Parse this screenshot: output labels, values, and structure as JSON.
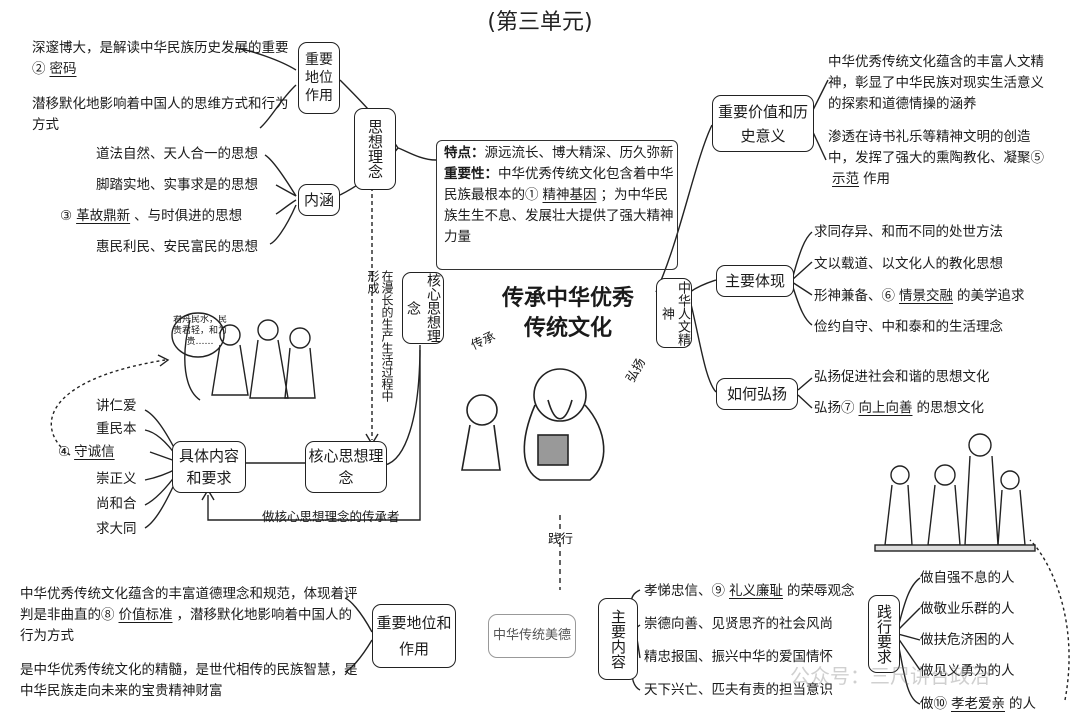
{
  "title": "(第三单元)",
  "center": {
    "line1": "传承中华优秀",
    "line2": "传统文化",
    "inherit": "传承",
    "promote": "弘扬",
    "practice": "践行"
  },
  "features": {
    "feature_label": "特点：",
    "feature_text": "源远流长、博大精深、历久弥新",
    "importance_label": "重要性：",
    "importance_pre": "中华优秀传统文化包含着中华民族最根本的",
    "ans1_num": "①",
    "ans1": "精神基因",
    "importance_post": "；为中华民族生生不息、发展壮大提供了强大精神力量"
  },
  "thought": {
    "label": "思想理念",
    "status_box": "重要地位作用",
    "status_1_pre": "深邃博大，是解读中华民族历史发展的重要",
    "ans2_num": "②",
    "ans2": "密码",
    "status_2": "潜移默化地影响着中国人的思维方式和行为方式",
    "content_box": "内涵",
    "content_items": [
      "道法自然、天人合一的思想",
      "脚踏实地、实事求是的思想",
      "、与时俱进的思想",
      "惠民利民、安民富民的思想"
    ],
    "ans3_num": "③",
    "ans3": "革故鼎新",
    "formed": "在漫长的生产生活过程中形成",
    "core_vertical": "核心思想理念"
  },
  "core": {
    "box": "核心思想理念",
    "req_box": "具体内容和要求",
    "items": [
      "讲仁爱",
      "重民本",
      "崇正义",
      "尚和合",
      "求大同"
    ],
    "ans4_num": "④",
    "ans4": "守诚信",
    "successor": "做核心思想理念的传承者",
    "bubble": "君舟民水，民贵君轻，和为贵……"
  },
  "spirit": {
    "label": "中华人文精神",
    "value_box": "重要价值和历史意义",
    "value_1": "中华优秀传统文化蕴含的丰富人文精神，彰显了中华民族对现实生活意义的探索和道德情操的涵养",
    "value_2_pre": "渗透在诗书礼乐等精神文明的创造中，发挥了强大的熏陶教化、凝聚",
    "ans5_num": "⑤",
    "ans5": "示范",
    "value_2_post": "作用",
    "embody_box": "主要体现",
    "embody_items": [
      "求同存异、和而不同的处世方法",
      "文以载道、以文化人的教化思想",
      "的美学追求",
      "俭约自守、中和泰和的生活理念"
    ],
    "ans6_pre": "形神兼备、",
    "ans6_num": "⑥",
    "ans6": "情景交融",
    "promote_box": "如何弘扬",
    "promote_1": "弘扬促进社会和谐的思想文化",
    "promote_2_pre": "弘扬",
    "ans7_num": "⑦",
    "ans7": "向上向善",
    "promote_2_post": "的思想文化"
  },
  "morality": {
    "label": "中华传统美德",
    "status_box": "重要地位和作用",
    "status_1_pre": "中华优秀传统文化蕴含的丰富道德理念和规范，体现着评判是非曲直的",
    "ans8_num": "⑧",
    "ans8": "价值标准",
    "status_1_post": "，潜移默化地影响着中国人的行为方式",
    "status_2": "是中华优秀传统文化的精髓，是世代相传的民族智慧，是中华民族走向未来的宝贵精神财富",
    "content_box": "主要内容",
    "content_1_pre": "孝悌忠信、",
    "ans9_num": "⑨",
    "ans9": "礼义廉耻",
    "content_1_post": "的荣辱观念",
    "content_items": [
      "崇德向善、见贤思齐的社会风尚",
      "精忠报国、振兴中华的爱国情怀",
      "天下兴亡、匹夫有责的担当意识"
    ],
    "practice_box": "践行要求",
    "practice_items": [
      "做自强不息的人",
      "做敬业乐群的人",
      "做扶危济困的人",
      "做见义勇为的人"
    ],
    "practice_last_pre": "做",
    "ans10_num": "⑩",
    "ans10": "孝老爱亲",
    "practice_last_post": "的人"
  },
  "watermark": "公众号：三尺讲台政治"
}
